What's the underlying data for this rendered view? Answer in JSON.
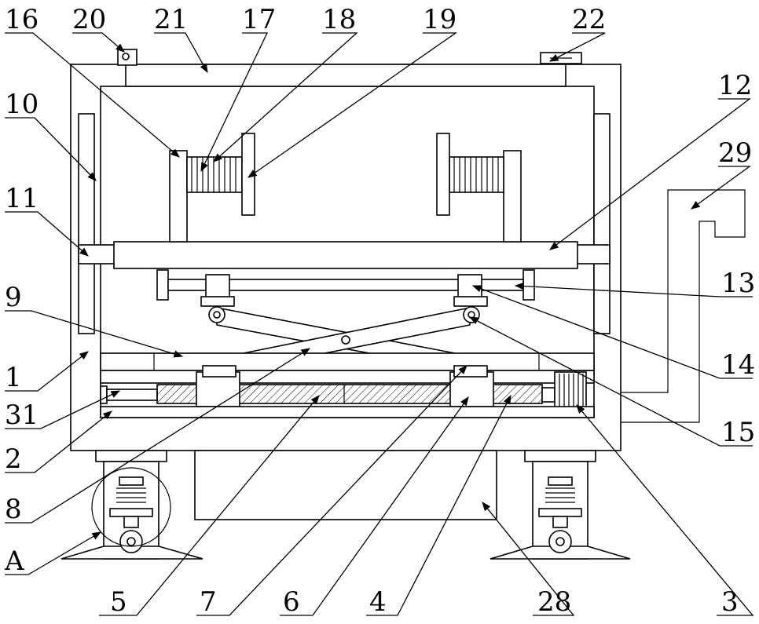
{
  "figure": {
    "callouts": [
      {
        "id": "c16",
        "label": "16"
      },
      {
        "id": "c20",
        "label": "20"
      },
      {
        "id": "c21",
        "label": "21"
      },
      {
        "id": "c17",
        "label": "17"
      },
      {
        "id": "c18",
        "label": "18"
      },
      {
        "id": "c19",
        "label": "19"
      },
      {
        "id": "c22",
        "label": "22"
      },
      {
        "id": "c10",
        "label": "10"
      },
      {
        "id": "c12",
        "label": "12"
      },
      {
        "id": "c29",
        "label": "29"
      },
      {
        "id": "c11",
        "label": "11"
      },
      {
        "id": "c13",
        "label": "13"
      },
      {
        "id": "c9",
        "label": "9"
      },
      {
        "id": "c14",
        "label": "14"
      },
      {
        "id": "c1",
        "label": "1"
      },
      {
        "id": "c31",
        "label": "31"
      },
      {
        "id": "c15",
        "label": "15"
      },
      {
        "id": "c2",
        "label": "2"
      },
      {
        "id": "c8",
        "label": "8"
      },
      {
        "id": "cA",
        "label": "A"
      },
      {
        "id": "c5",
        "label": "5"
      },
      {
        "id": "c7",
        "label": "7"
      },
      {
        "id": "c6",
        "label": "6"
      },
      {
        "id": "c4",
        "label": "4"
      },
      {
        "id": "c28",
        "label": "28"
      },
      {
        "id": "c3",
        "label": "3"
      }
    ]
  }
}
